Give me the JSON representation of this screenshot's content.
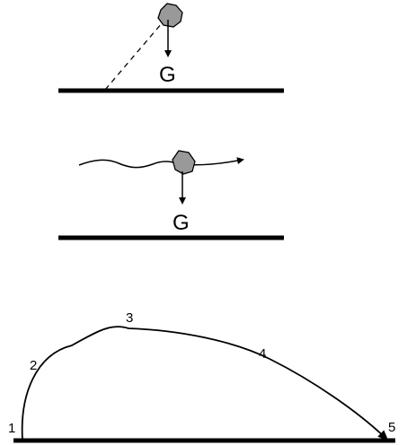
{
  "colors": {
    "ink": "#000000",
    "stone_fill": "#999999",
    "background": "#ffffff"
  },
  "panel_top": {
    "gravity_label": "G"
  },
  "panel_middle": {
    "gravity_label": "G"
  },
  "panel_bottom": {
    "point_labels": [
      "1",
      "2",
      "3",
      "4",
      "5"
    ]
  }
}
